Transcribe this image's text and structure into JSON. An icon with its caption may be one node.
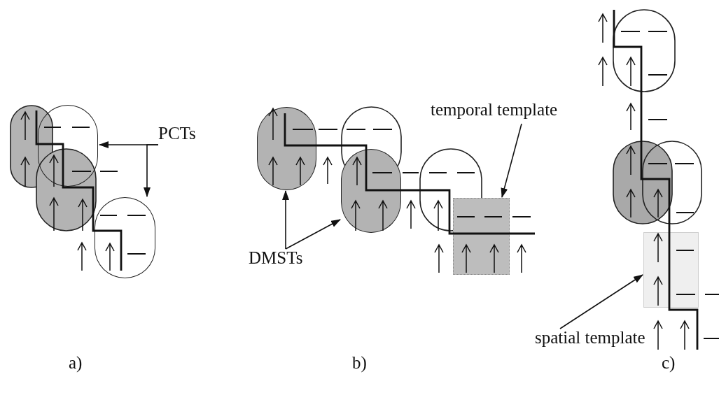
{
  "diagram": {
    "nodes": [
      {
        "text": [
          "PCTs"
        ]
      },
      {
        "text": [],
        "shape": "oval"
      },
      {
        "text": [],
        "shape": "oval"
      },
      {
        "text": [
          "DMSTs"
        ]
      },
      {
        "text": [],
        "shape": "oval"
      },
      {
        "text": [],
        "shape": "oval"
      },
      {
        "text": [
          "temporal template"
        ]
      },
      {
        "text": [],
        "shape": "box"
      },
      {
        "text": [
          "spatial template"
        ]
      },
      {
        "text": [],
        "shape": "box"
      }
    ],
    "edges": [
      {
        "from": 0,
        "to": 1,
        "arrow": "to"
      },
      {
        "from": 0,
        "to": 2,
        "arrow": "to"
      },
      {
        "from": 3,
        "to": 4,
        "arrow": "to"
      },
      {
        "from": 3,
        "to": 5,
        "arrow": "to"
      },
      {
        "from": 6,
        "to": 7,
        "arrow": "to"
      },
      {
        "from": 8,
        "to": 9,
        "arrow": "to"
      }
    ],
    "labels": [
      "a)",
      "b)",
      "c)"
    ]
  }
}
